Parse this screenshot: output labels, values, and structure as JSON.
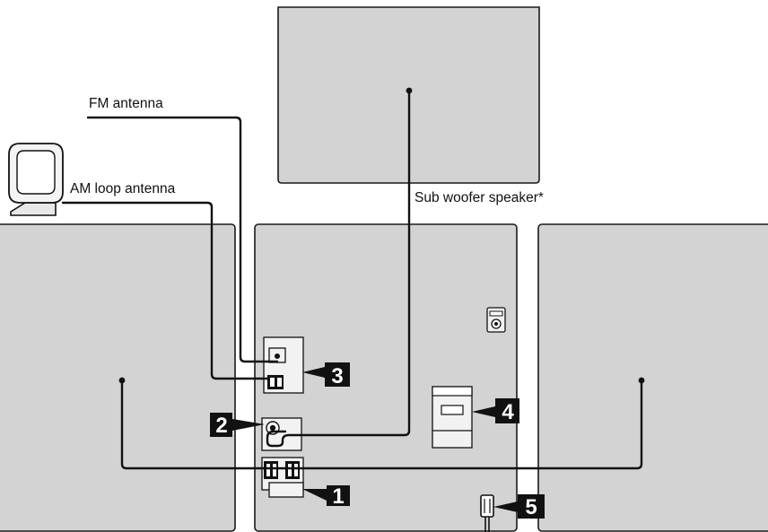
{
  "labels": {
    "fm_antenna": "FM antenna",
    "am_loop_antenna": "AM loop antenna",
    "sub_woofer": "Sub woofer speaker*"
  },
  "callouts": {
    "one": "1",
    "two": "2",
    "three": "3",
    "four": "4",
    "five": "5"
  },
  "colors": {
    "panel": "#d3d3d3",
    "line": "#111111",
    "background": "#ffffff"
  }
}
